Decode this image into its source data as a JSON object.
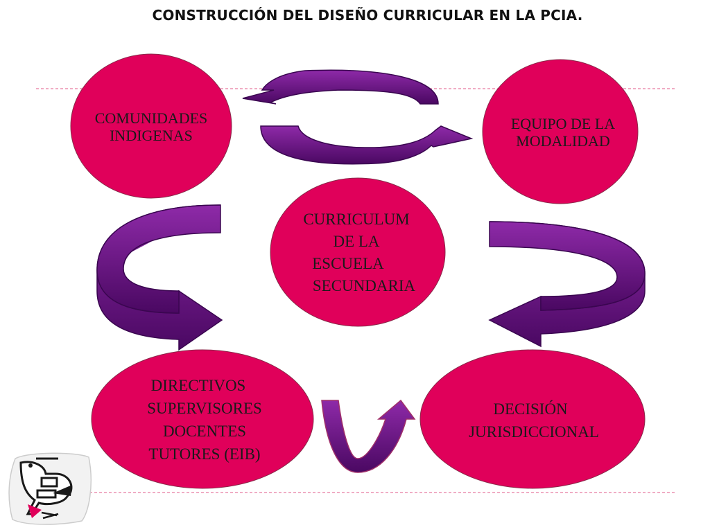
{
  "title": "CONSTRUCCIÓN DEL DISEÑO CURRICULAR EN LA PCIA.",
  "colors": {
    "node_fill": "#e0005a",
    "node_stroke": "#8a2a4a",
    "arrow_fill": "#6b0f85",
    "arrow_stroke": "#3a0650",
    "guide_line": "#e05a8a"
  },
  "nodes": {
    "comunidades": {
      "lines": [
        "COMUNIDADES",
        "INDIGENAS"
      ]
    },
    "equipo": {
      "lines": [
        "EQUIPO DE LA",
        "MODALIDAD"
      ]
    },
    "curriculum": {
      "lines": [
        "CURRICULUM",
        "DE LA",
        "ESCUELA",
        "SECUNDARIA"
      ]
    },
    "directivos": {
      "lines": [
        "DIRECTIVOS",
        "SUPERVISORES",
        "DOCENTES",
        "TUTORES (EIB)"
      ]
    },
    "decision": {
      "lines": [
        "DECISIÓN",
        "JURISDICCIONAL"
      ]
    }
  },
  "logo": {
    "icon": "stylized-bird-logo-icon"
  }
}
